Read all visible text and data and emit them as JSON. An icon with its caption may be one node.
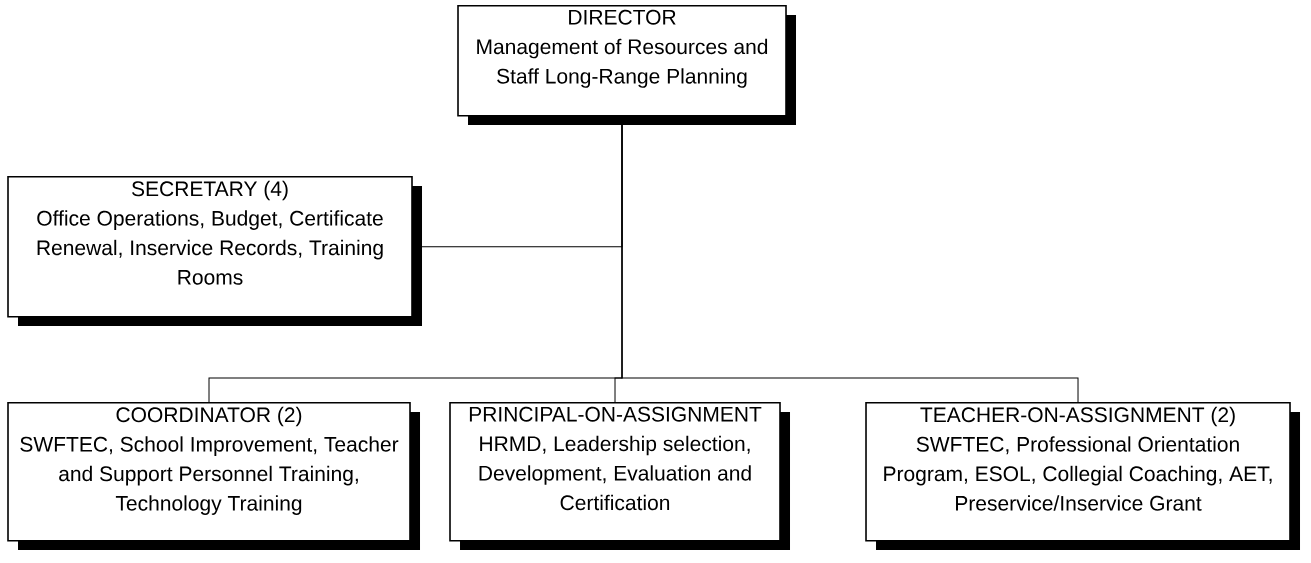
{
  "diagram": {
    "nodes": [
      {
        "text": [
          "DIRECTOR",
          "Management of Resources and Staff Long-Range Planning"
        ]
      },
      {
        "text": [
          "SECRETARY (4)",
          "Office Operations, Budget, Certificate Renewal, Inservice Records, Training Rooms"
        ]
      },
      {
        "text": [
          "COORDINATOR (2)",
          "SWFTEC, School Improvement, Teacher and Support Personnel Training, Technology Training"
        ]
      },
      {
        "text": [
          "PRINCIPAL-ON-ASSIGNMENT",
          "HRMD, Leadership selection, Development, Evaluation and Certification"
        ]
      },
      {
        "text": [
          "TEACHER-ON-ASSIGNMENT (2)",
          "SWFTEC, Professional Orientation Program, ESOL, Collegial Coaching, AET, Preservice/Inservice Grant"
        ]
      }
    ],
    "edges": [
      {
        "from": 0,
        "to": 1,
        "arrow": "none"
      },
      {
        "from": 0,
        "to": 2,
        "arrow": "none"
      },
      {
        "from": 0,
        "to": 3,
        "arrow": "none"
      },
      {
        "from": 0,
        "to": 4,
        "arrow": "none"
      }
    ]
  }
}
